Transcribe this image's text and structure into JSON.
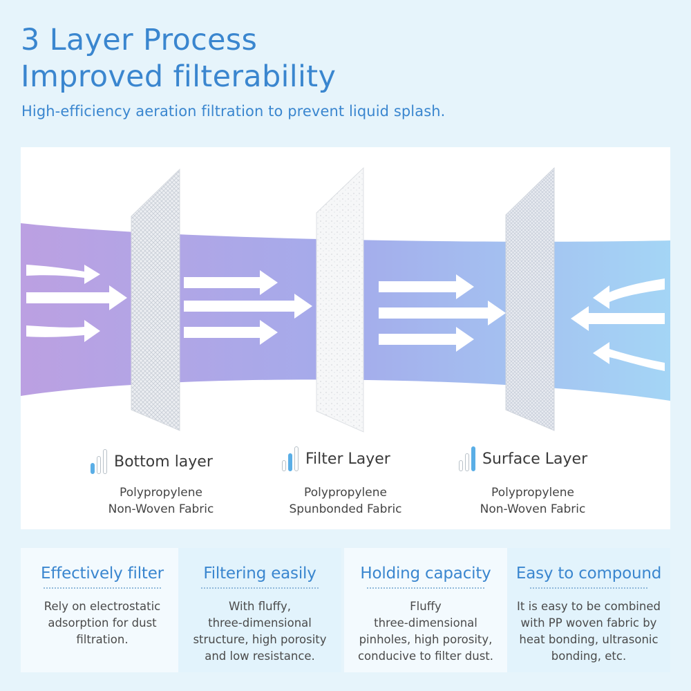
{
  "header": {
    "title_line1": "3 Layer Process",
    "title_line2": "Improved filterability",
    "subtitle": "High-efficiency aeration filtration to prevent liquid splash."
  },
  "layers": [
    {
      "name": "Bottom layer",
      "level": 1,
      "material_line1": "Polypropylene",
      "material_line2": "Non-Woven Fabric"
    },
    {
      "name": "Filter Layer",
      "level": 2,
      "material_line1": "Polypropylene",
      "material_line2": "Spunbonded Fabric"
    },
    {
      "name": "Surface Layer",
      "level": 3,
      "material_line1": "Polypropylene",
      "material_line2": "Non-Woven Fabric"
    }
  ],
  "features": [
    {
      "title": "Effectively filter",
      "lines": [
        "Rely on electrostatic",
        "adsorption for dust",
        "filtration."
      ]
    },
    {
      "title": "Filtering easily",
      "lines": [
        "With fluffy,",
        "three-dimensional",
        "structure, high porosity",
        "and low resistance."
      ]
    },
    {
      "title": "Holding capacity",
      "lines": [
        "Fluffy",
        "three-dimensional",
        "pinholes, high porosity,",
        "conducive to filter dust."
      ]
    },
    {
      "title": "Easy to compound",
      "lines": [
        "It is easy to be combined",
        "with PP woven fabric by",
        "heat bonding, ultrasonic",
        "bonding, etc."
      ]
    }
  ],
  "colors": {
    "accent": "#3a86cf",
    "flow_start": "#b89be0",
    "flow_mid": "#9fa7ea",
    "flow_end": "#9fd3f5",
    "indicator_on": "#5aaee6"
  }
}
